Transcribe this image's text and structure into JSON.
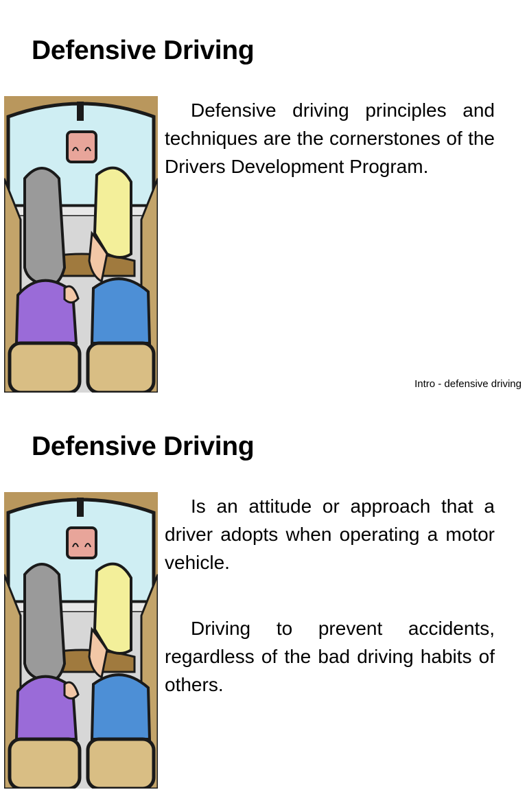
{
  "slides": [
    {
      "title": "Defensive Driving",
      "paragraphs": [
        "Defensive driving principles and techniques are the cornerstones of the Drivers Development Program."
      ],
      "footer": "Intro - defensive driving"
    },
    {
      "title": "Defensive Driving",
      "paragraphs": [
        "Is an attitude or approach that a driver adopts when operating a motor vehicle.",
        "Driving to prevent accidents, regardless of the bad driving habits of others."
      ]
    }
  ],
  "illustration": {
    "icon": "car-interior-icon"
  },
  "colors": {
    "windshield": "#cfeef3",
    "frame": "#5a4a2a",
    "hair_gray": "#9a9a9a",
    "hair_blond": "#f3ef9a",
    "shirt_purple": "#9a6bd8",
    "shirt_blue": "#4d8fd6",
    "seat": "#c8a86a",
    "tan": "#b08a50"
  }
}
